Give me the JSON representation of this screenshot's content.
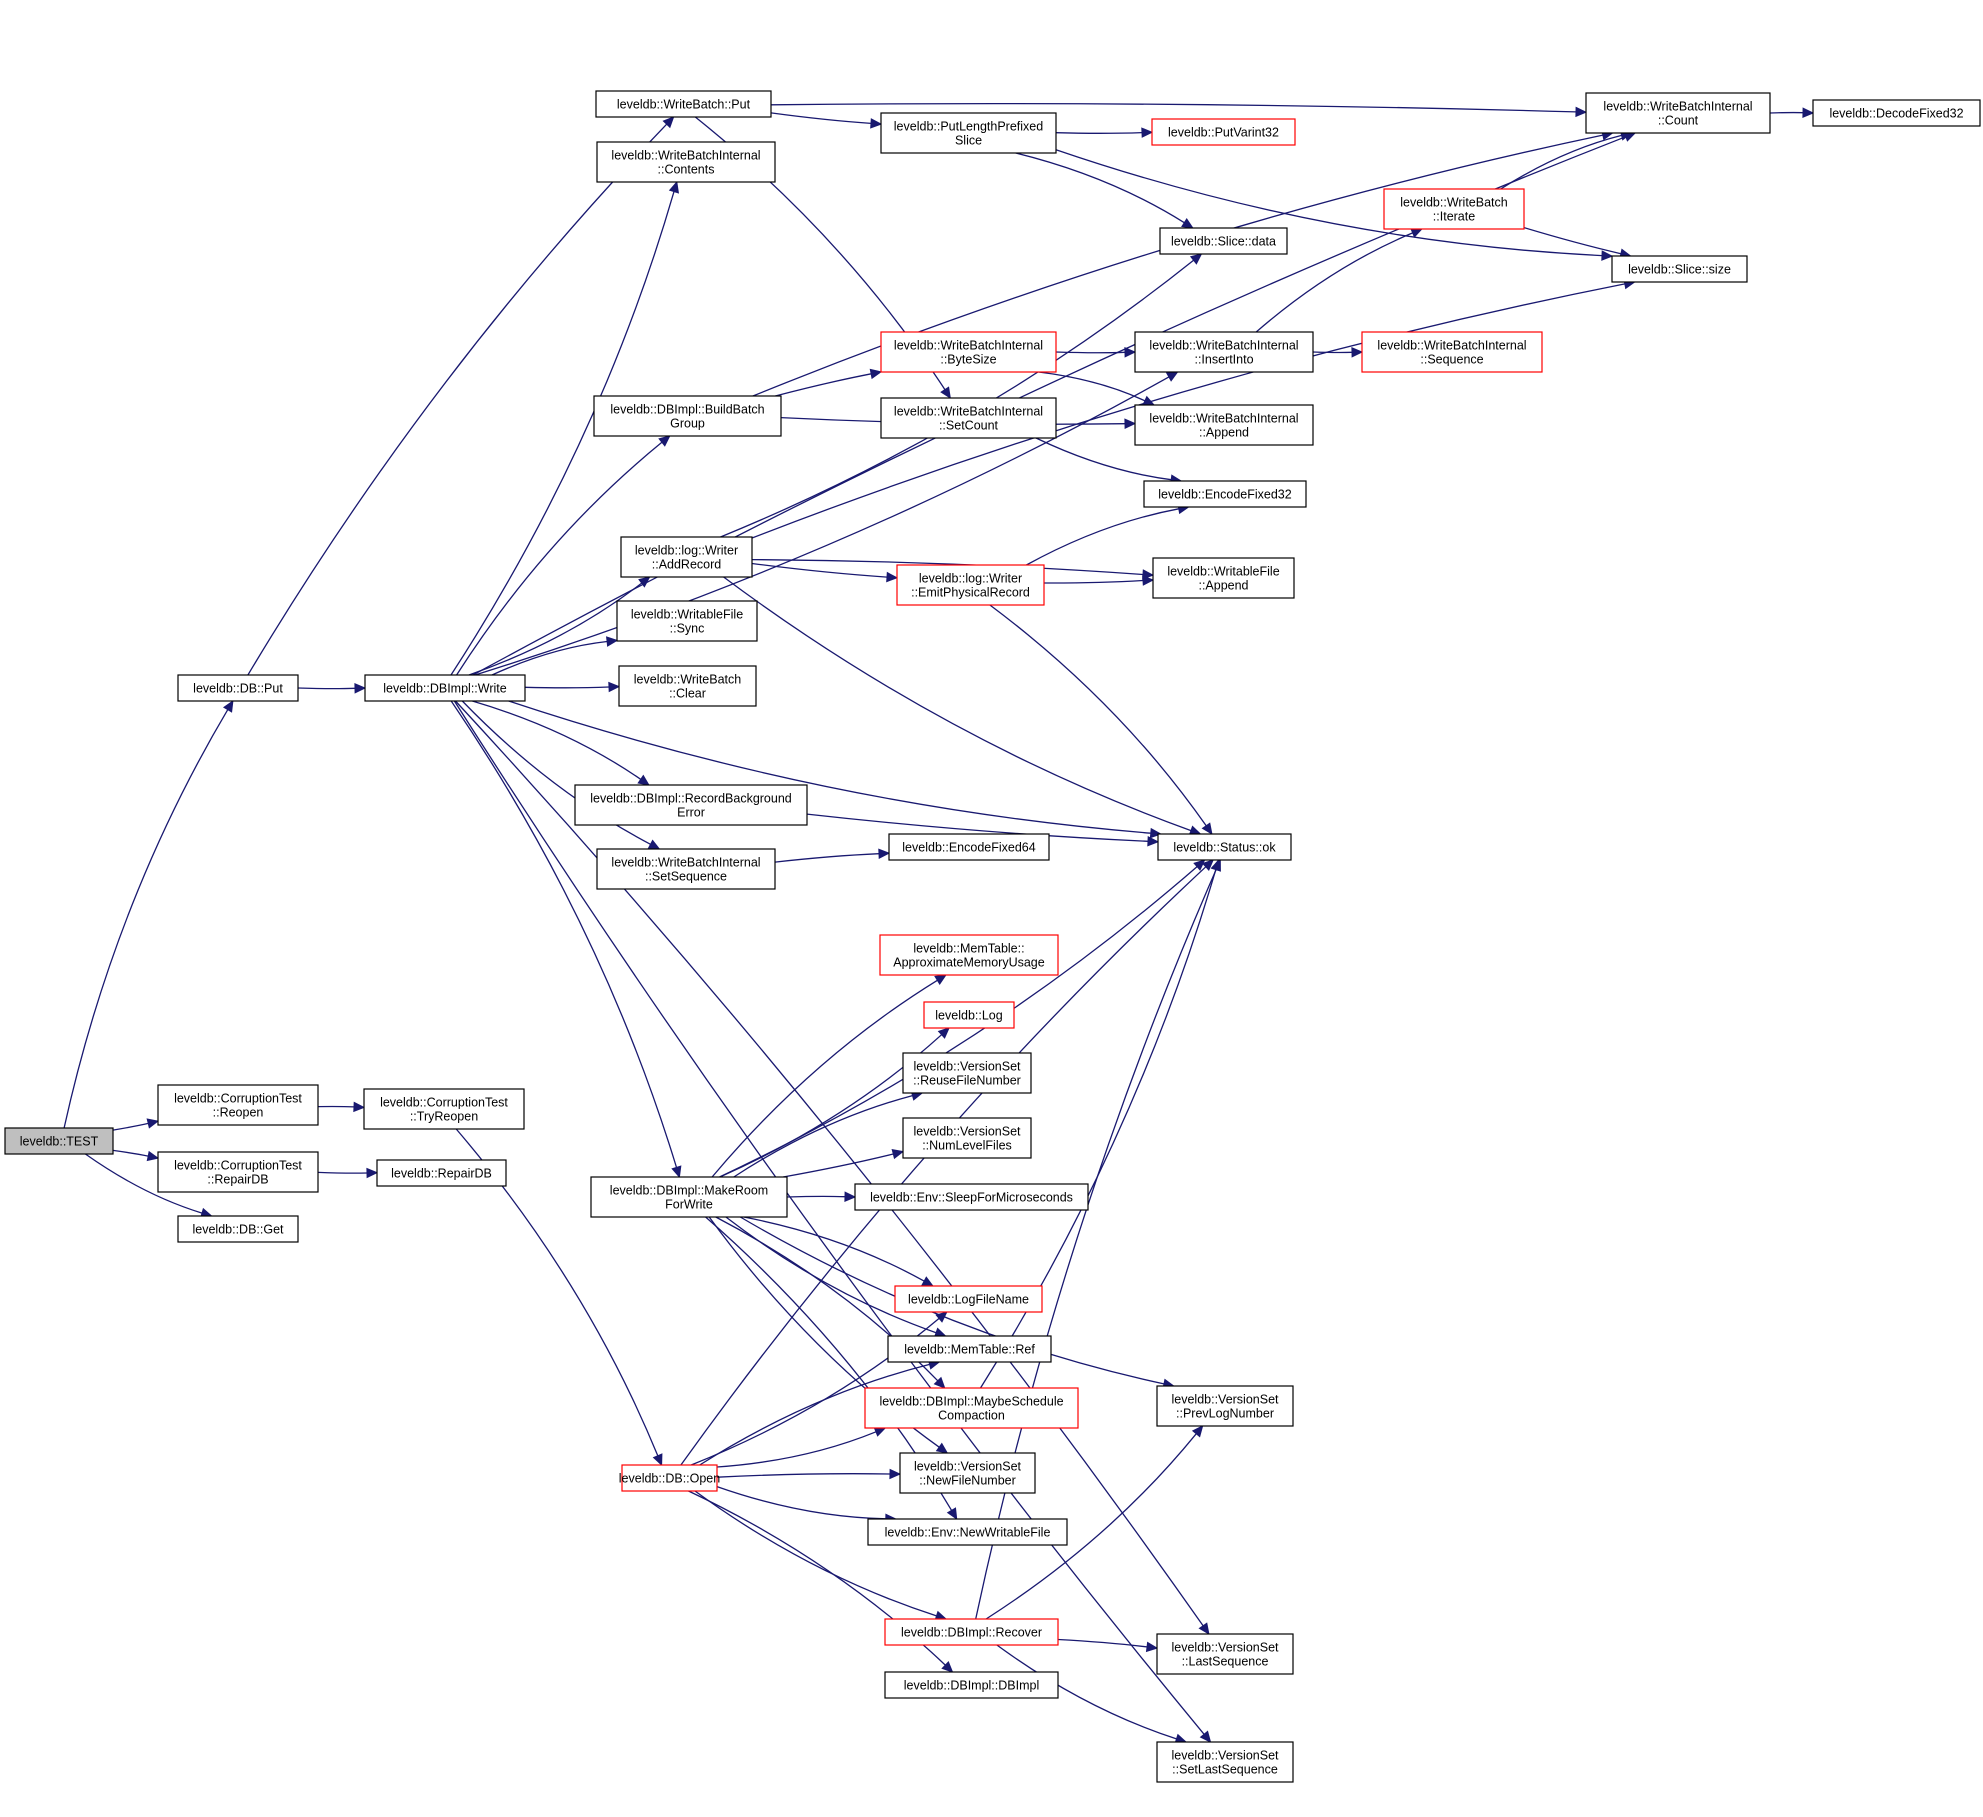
{
  "graph": {
    "type": "call-graph",
    "edge_color": "#191970",
    "node_border_default": "#000000",
    "node_border_truncated": "#ff0000",
    "root_fill": "#bfbfbf",
    "nodes": [
      {
        "id": "test",
        "lines": [
          "leveldb::TEST"
        ],
        "style": "root"
      },
      {
        "id": "db_put",
        "lines": [
          "leveldb::DB::Put"
        ],
        "style": "normal"
      },
      {
        "id": "ct_reopen",
        "lines": [
          "leveldb::CorruptionTest",
          "::Reopen"
        ],
        "style": "normal"
      },
      {
        "id": "ct_repairdb",
        "lines": [
          "leveldb::CorruptionTest",
          "::RepairDB"
        ],
        "style": "normal"
      },
      {
        "id": "db_get",
        "lines": [
          "leveldb::DB::Get"
        ],
        "style": "normal"
      },
      {
        "id": "dbimpl_write",
        "lines": [
          "leveldb::DBImpl::Write"
        ],
        "style": "normal"
      },
      {
        "id": "ct_tryreopen",
        "lines": [
          "leveldb::CorruptionTest",
          "::TryReopen"
        ],
        "style": "normal"
      },
      {
        "id": "repairdb",
        "lines": [
          "leveldb::RepairDB"
        ],
        "style": "normal"
      },
      {
        "id": "wb_put",
        "lines": [
          "leveldb::WriteBatch::Put"
        ],
        "style": "normal"
      },
      {
        "id": "wbi_contents",
        "lines": [
          "leveldb::WriteBatchInternal",
          "::Contents"
        ],
        "style": "normal"
      },
      {
        "id": "build_batch_group",
        "lines": [
          "leveldb::DBImpl::BuildBatch",
          "Group"
        ],
        "style": "normal"
      },
      {
        "id": "add_record",
        "lines": [
          "leveldb::log::Writer",
          "::AddRecord"
        ],
        "style": "normal"
      },
      {
        "id": "wf_sync",
        "lines": [
          "leveldb::WritableFile",
          "::Sync"
        ],
        "style": "normal"
      },
      {
        "id": "wb_clear",
        "lines": [
          "leveldb::WriteBatch",
          "::Clear"
        ],
        "style": "normal"
      },
      {
        "id": "record_bg_error",
        "lines": [
          "leveldb::DBImpl::RecordBackground",
          "Error"
        ],
        "style": "normal"
      },
      {
        "id": "wbi_setsequence",
        "lines": [
          "leveldb::WriteBatchInternal",
          "::SetSequence"
        ],
        "style": "normal"
      },
      {
        "id": "make_room",
        "lines": [
          "leveldb::DBImpl::MakeRoom",
          "ForWrite"
        ],
        "style": "normal"
      },
      {
        "id": "db_open",
        "lines": [
          "leveldb::DB::Open"
        ],
        "style": "truncated"
      },
      {
        "id": "put_length_prefixed",
        "lines": [
          "leveldb::PutLengthPrefixed",
          "Slice"
        ],
        "style": "normal"
      },
      {
        "id": "wbi_bytesize",
        "lines": [
          "leveldb::WriteBatchInternal",
          "::ByteSize"
        ],
        "style": "truncated"
      },
      {
        "id": "wbi_setcount",
        "lines": [
          "leveldb::WriteBatchInternal",
          "::SetCount"
        ],
        "style": "normal"
      },
      {
        "id": "emit_physical",
        "lines": [
          "leveldb::log::Writer",
          "::EmitPhysicalRecord"
        ],
        "style": "truncated"
      },
      {
        "id": "encode_fixed64",
        "lines": [
          "leveldb::EncodeFixed64"
        ],
        "style": "normal"
      },
      {
        "id": "mt_approx",
        "lines": [
          "leveldb::MemTable::",
          "ApproximateMemoryUsage"
        ],
        "style": "truncated"
      },
      {
        "id": "log",
        "lines": [
          "leveldb::Log"
        ],
        "style": "truncated"
      },
      {
        "id": "vs_reuse",
        "lines": [
          "leveldb::VersionSet",
          "::ReuseFileNumber"
        ],
        "style": "normal"
      },
      {
        "id": "vs_numlevel",
        "lines": [
          "leveldb::VersionSet",
          "::NumLevelFiles"
        ],
        "style": "normal"
      },
      {
        "id": "env_sleep",
        "lines": [
          "leveldb::Env::SleepForMicroseconds"
        ],
        "style": "normal"
      },
      {
        "id": "log_filename",
        "lines": [
          "leveldb::LogFileName"
        ],
        "style": "truncated"
      },
      {
        "id": "mt_ref",
        "lines": [
          "leveldb::MemTable::Ref"
        ],
        "style": "normal"
      },
      {
        "id": "maybe_schedule",
        "lines": [
          "leveldb::DBImpl::MaybeSchedule",
          "Compaction"
        ],
        "style": "truncated"
      },
      {
        "id": "vs_newfile",
        "lines": [
          "leveldb::VersionSet",
          "::NewFileNumber"
        ],
        "style": "normal"
      },
      {
        "id": "env_newwritable",
        "lines": [
          "leveldb::Env::NewWritableFile"
        ],
        "style": "normal"
      },
      {
        "id": "recover",
        "lines": [
          "leveldb::DBImpl::Recover"
        ],
        "style": "truncated"
      },
      {
        "id": "dbimpl_ctor",
        "lines": [
          "leveldb::DBImpl::DBImpl"
        ],
        "style": "normal"
      },
      {
        "id": "put_varint32",
        "lines": [
          "leveldb::PutVarint32"
        ],
        "style": "truncated"
      },
      {
        "id": "slice_data",
        "lines": [
          "leveldb::Slice::data"
        ],
        "style": "normal"
      },
      {
        "id": "wbi_insertinto",
        "lines": [
          "leveldb::WriteBatchInternal",
          "::InsertInto"
        ],
        "style": "normal"
      },
      {
        "id": "wbi_append",
        "lines": [
          "leveldb::WriteBatchInternal",
          "::Append"
        ],
        "style": "normal"
      },
      {
        "id": "encode_fixed32",
        "lines": [
          "leveldb::EncodeFixed32"
        ],
        "style": "normal"
      },
      {
        "id": "wf_append",
        "lines": [
          "leveldb::WritableFile",
          "::Append"
        ],
        "style": "normal"
      },
      {
        "id": "status_ok",
        "lines": [
          "leveldb::Status::ok"
        ],
        "style": "normal"
      },
      {
        "id": "vs_prevlog",
        "lines": [
          "leveldb::VersionSet",
          "::PrevLogNumber"
        ],
        "style": "normal"
      },
      {
        "id": "vs_lastseq",
        "lines": [
          "leveldb::VersionSet",
          "::LastSequence"
        ],
        "style": "normal"
      },
      {
        "id": "vs_setlastseq",
        "lines": [
          "leveldb::VersionSet",
          "::SetLastSequence"
        ],
        "style": "normal"
      },
      {
        "id": "wb_iterate",
        "lines": [
          "leveldb::WriteBatch",
          "::Iterate"
        ],
        "style": "truncated"
      },
      {
        "id": "wbi_sequence",
        "lines": [
          "leveldb::WriteBatchInternal",
          "::Sequence"
        ],
        "style": "truncated"
      },
      {
        "id": "wbi_count",
        "lines": [
          "leveldb::WriteBatchInternal",
          "::Count"
        ],
        "style": "normal"
      },
      {
        "id": "slice_size",
        "lines": [
          "leveldb::Slice::size"
        ],
        "style": "normal"
      },
      {
        "id": "decode_fixed32",
        "lines": [
          "leveldb::DecodeFixed32"
        ],
        "style": "normal"
      }
    ],
    "edges": [
      [
        "test",
        "db_put"
      ],
      [
        "test",
        "ct_reopen"
      ],
      [
        "test",
        "ct_repairdb"
      ],
      [
        "test",
        "db_get"
      ],
      [
        "ct_reopen",
        "ct_tryreopen"
      ],
      [
        "ct_repairdb",
        "repairdb"
      ],
      [
        "ct_tryreopen",
        "db_open"
      ],
      [
        "db_put",
        "dbimpl_write"
      ],
      [
        "db_put",
        "wb_put"
      ],
      [
        "dbimpl_write",
        "wbi_contents"
      ],
      [
        "dbimpl_write",
        "build_batch_group"
      ],
      [
        "dbimpl_write",
        "add_record"
      ],
      [
        "dbimpl_write",
        "wf_sync"
      ],
      [
        "dbimpl_write",
        "wb_clear"
      ],
      [
        "dbimpl_write",
        "record_bg_error"
      ],
      [
        "dbimpl_write",
        "wbi_setsequence"
      ],
      [
        "dbimpl_write",
        "make_room"
      ],
      [
        "dbimpl_write",
        "status_ok"
      ],
      [
        "dbimpl_write",
        "wbi_count"
      ],
      [
        "dbimpl_write",
        "wbi_insertinto"
      ],
      [
        "dbimpl_write",
        "vs_lastseq"
      ],
      [
        "dbimpl_write",
        "vs_setlastseq"
      ],
      [
        "wb_put",
        "wbi_count"
      ],
      [
        "wb_put",
        "put_length_prefixed"
      ],
      [
        "wb_put",
        "wbi_setcount"
      ],
      [
        "put_length_prefixed",
        "put_varint32"
      ],
      [
        "put_length_prefixed",
        "slice_data"
      ],
      [
        "put_length_prefixed",
        "slice_size"
      ],
      [
        "build_batch_group",
        "wbi_bytesize"
      ],
      [
        "build_batch_group",
        "wbi_append"
      ],
      [
        "build_batch_group",
        "wbi_count"
      ],
      [
        "wbi_bytesize",
        "wbi_insertinto"
      ],
      [
        "wbi_bytesize",
        "wbi_append"
      ],
      [
        "wbi_setcount",
        "encode_fixed32"
      ],
      [
        "wbi_insertinto",
        "wb_iterate"
      ],
      [
        "wbi_insertinto",
        "wbi_sequence"
      ],
      [
        "wb_iterate",
        "wbi_count"
      ],
      [
        "wb_iterate",
        "slice_size"
      ],
      [
        "wbi_count",
        "decode_fixed32"
      ],
      [
        "add_record",
        "slice_data"
      ],
      [
        "add_record",
        "wf_append"
      ],
      [
        "add_record",
        "emit_physical"
      ],
      [
        "add_record",
        "slice_size"
      ],
      [
        "add_record",
        "status_ok"
      ],
      [
        "emit_physical",
        "encode_fixed32"
      ],
      [
        "emit_physical",
        "wf_append"
      ],
      [
        "emit_physical",
        "status_ok"
      ],
      [
        "record_bg_error",
        "status_ok"
      ],
      [
        "wbi_setsequence",
        "encode_fixed64"
      ],
      [
        "make_room",
        "status_ok"
      ],
      [
        "make_room",
        "mt_approx"
      ],
      [
        "make_room",
        "log"
      ],
      [
        "make_room",
        "vs_reuse"
      ],
      [
        "make_room",
        "vs_numlevel"
      ],
      [
        "make_room",
        "env_sleep"
      ],
      [
        "make_room",
        "vs_prevlog"
      ],
      [
        "make_room",
        "log_filename"
      ],
      [
        "make_room",
        "mt_ref"
      ],
      [
        "make_room",
        "maybe_schedule"
      ],
      [
        "make_room",
        "vs_newfile"
      ],
      [
        "make_room",
        "env_newwritable"
      ],
      [
        "db_open",
        "log_filename"
      ],
      [
        "db_open",
        "mt_ref"
      ],
      [
        "db_open",
        "maybe_schedule"
      ],
      [
        "db_open",
        "vs_newfile"
      ],
      [
        "db_open",
        "env_newwritable"
      ],
      [
        "db_open",
        "status_ok"
      ],
      [
        "db_open",
        "recover"
      ],
      [
        "db_open",
        "dbimpl_ctor"
      ],
      [
        "maybe_schedule",
        "status_ok"
      ],
      [
        "recover",
        "status_ok"
      ],
      [
        "recover",
        "vs_prevlog"
      ],
      [
        "recover",
        "vs_lastseq"
      ],
      [
        "recover",
        "vs_setlastseq"
      ]
    ]
  }
}
